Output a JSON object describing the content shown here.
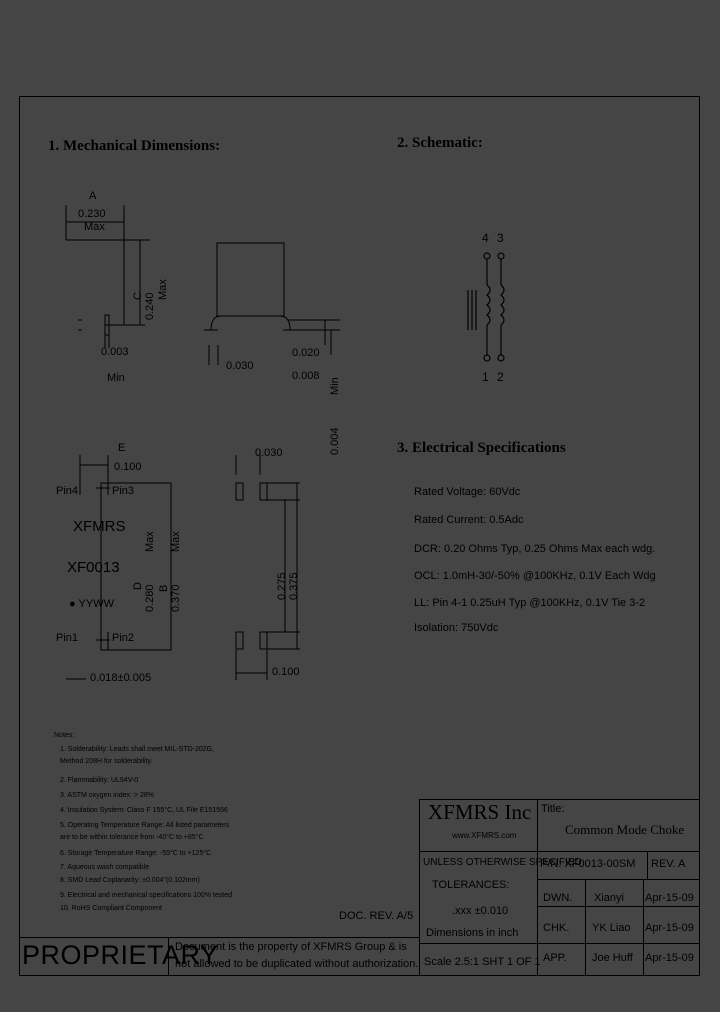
{
  "sections": {
    "mechanical": "1. Mechanical Dimensions:",
    "schematic": "2. Schematic:",
    "electrical": "3. Electrical Specifications"
  },
  "dimensions": {
    "a_label": "A",
    "a_value": "0.230",
    "a_max": "Max",
    "c_label": "C",
    "c_value": "0.240",
    "c_max": "Max",
    "d003": "0.003",
    "min": "Min",
    "d030": "0.030",
    "d020": "0.020",
    "d008": "0.008",
    "d004": "0.004",
    "d004_min": "Min",
    "e_label": "E",
    "e_value": "0.100",
    "d_label": "D",
    "d_value": "0.280",
    "d_max": "Max",
    "b_label": "B",
    "b_value": "0.370",
    "b_max": "Max",
    "d018": "0.018±0.005",
    "pad_030": "0.030",
    "pad_275": "0.275",
    "pad_375": "0.375",
    "pad_100": "0.100"
  },
  "component": {
    "pin4": "Pin4",
    "pin3": "Pin3",
    "pin1": "Pin1",
    "pin2": "Pin2",
    "brand": "XFMRS",
    "part": "XF0013",
    "date": "YYWW"
  },
  "schematic": {
    "pin_4": "4",
    "pin_3": "3",
    "pin_1": "1",
    "pin_2": "2"
  },
  "specs": [
    "Rated Voltage: 60Vdc",
    "Rated Current: 0.5Adc",
    "DCR: 0.20 Ohms Typ, 0.25 Ohms Max each wdg.",
    "OCL: 1.0mH-30/-50% @100KHz, 0.1V Each Wdg",
    "LL: Pin 4-1 0.25uH Typ @100KHz, 0.1V Tie 3-2",
    "Isolation: 750Vdc"
  ],
  "notes": {
    "title": "Notes:",
    "items": [
      "1. Solderability: Leads shall meet MIL-STD-202G,",
      "    Method 208H for solderability.",
      "2. Flammability: UL94V-0",
      "3. ASTM oxygen index: > 28%",
      "4. Insulation System: Class F 155°C, UL File E151556",
      "5. Operating Temperature Range: All listed parameters",
      "    are to be within tolerance from -40°C to +85°C",
      "6. Storage Temperature Range: -55°C to +125°C",
      "7. Aqueous wash compatible",
      "8. SMD Lead Coplanarity: ±0.004\"(0.102mm)",
      "9. Electrical and mechanical specifications 100% tested",
      "10. RoHS Compliant Component"
    ]
  },
  "doc_rev": "DOC. REV. A/5",
  "proprietary": {
    "label": "PROPRIETARY",
    "line1": "Document is the property of XFMRS Group & is",
    "line2": "not allowed to be duplicated without authorization."
  },
  "title_block": {
    "company": "XFMRS Inc",
    "website": "www.XFMRS.com",
    "title_label": "Title:",
    "title_value": "Common Mode Choke",
    "unless": "UNLESS OTHERWISE SPECIFIED",
    "tolerances": "TOLERANCES:",
    "tol_value": ".xxx  ±0.010",
    "dims_in": "Dimensions in inch",
    "scale": "Scale 2.5:1  SHT 1 OF 1",
    "pn": "P/N: XF0013-00SM",
    "rev": "REV. A",
    "dwn": "DWN.",
    "dwn_name": "Xianyi",
    "dwn_date": "Apr-15-09",
    "chk": "CHK.",
    "chk_name": "YK Liao",
    "chk_date": "Apr-15-09",
    "app": "APP.",
    "app_name": "Joe Huff",
    "app_date": "Apr-15-09"
  }
}
